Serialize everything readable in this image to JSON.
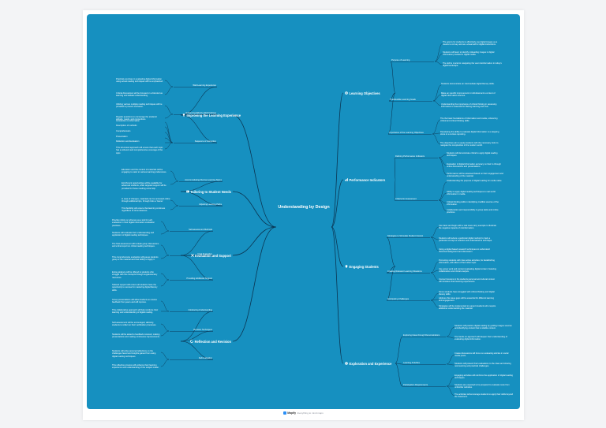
{
  "root": "Understanding by Design",
  "branches": [
    {
      "title": "Learning Objectives",
      "icon": "target-icon",
      "subs": [
        {
          "title": "Purpose of Learning",
          "leaves": [
            "The goal is for students to effectively use digital images as a means to convey and as a visual aid for digital instructions.",
            "Students will learn to identify misleading images in digital information provided in digital media.",
            "The skill is crucial to navigating the vast misinformation in today's digital landscape."
          ]
        },
        {
          "title": "Transferable Learning Goals",
          "leaves": [
            "Students demonstrate an intermediate digital literacy skills.",
            "Make an specific improvement in individual and a context of digital information sources.",
            "Understanding the importance of critical thinking in assessing information is essential for lifelong learning and civic."
          ]
        },
        {
          "title": "Importance of the Learning Objectives",
          "leaves": [
            "The the basic foundations of information and media, enhancing critical and critical thinking skills.",
            "Developing the ability to evaluate digital information is a stepping stone to a curious reporting.",
            "The objectives aim to equip students with the necessary tools to navigate the complexities of the modern world."
          ]
        }
      ]
    },
    {
      "title": "Performance Indicators",
      "icon": "chart-icon",
      "subs": [
        {
          "title": "Defining Performance Indicators",
          "leaves": [
            "Students will demonstrate critical to apply digital reading techniques.",
            "Evaluation of digital information accuracy on their to through online discussions and presentations.",
            "Performance will be assessed based on their engagement and understanding of the material."
          ]
        },
        {
          "title": "Criteria for Assessment",
          "leaves": [
            "Understanding the purpose of digital reading for media value.",
            "Ability to apply digital reading techniques to real world information in media.",
            "Critical thinking skills in identifying credible sources of the information.",
            "Collaboration and responsibility in group tasks and online practices."
          ]
        }
      ]
    },
    {
      "title": "Engaging Students",
      "icon": "lightbulb-icon",
      "subs": [
        {
          "title": "Strategies to Stimulate Student Interest",
          "leaves": [
            "Use basic and begin with a real news story example to illustrate the negative impacts of misinformation.",
            "Students will reduce a particular digital method to track a particular concept or solution and understand its technique.",
            "Using a digital based research techniques to understand historical background and discussion."
          ]
        },
        {
          "title": "Creating Relevant Learning Situations",
          "leaves": [
            "Promoting students with inter-active activities, for Establishing information, will reflect of their other topic.",
            "Use group work and content evaluating digital content, fostering collaboration and critical analysis.",
            "Connect lessons to the students personal and cultural context will introduce their learning experiences."
          ]
        },
        {
          "title": "Anticipating Challenges",
          "leaves": [
            "Some students have struggled with critical thinking and digital literacy skills.",
            "Address this issue gaps will be essential for different learning and engagement.",
            "Strategies will be implemented to support students who require additional understanding the material."
          ]
        }
      ]
    },
    {
      "title": "Exploration and Experience",
      "icon": "compass-icon",
      "subs": [
        {
          "title": "Exploring Ideas through Demonstrations",
          "leaves": [
            "Students will practice digital reading by guiding images sources and identifying content that is reliable content.",
            "The hands on approach will deepen their understanding of evaluating digital information."
          ]
        },
        {
          "title": "Learning Activities",
          "leaves": [
            "Create discussions will focus on evaluating articles in social media posts.",
            "Students will present their evaluations to the class and sharing new learning and practical challenges."
          ]
        },
        {
          "title": "Participation Requirements",
          "leaves": [
            "Engaging activities will reinforce the application of digital reading techniques.",
            "Students are expected to be prepared to evaluate news from unfamiliar websites.",
            "The activities will encourage students to apply their skills beyond the classroom."
          ]
        }
      ]
    },
    {
      "title": "Reflection and Revision",
      "icon": "refresh-icon",
      "subs": [
        {
          "title": "Introducing Understanding",
          "leaves": [
            "Group presentations will allow students to receive feedback from peers and will improve.",
            "This collaborative approach will help reinforce their learning and understanding of digital reading."
          ]
        },
        {
          "title": "Revision Techniques",
          "leaves": [
            "Self-assessment will be encouraged, allowing students to reflect on their verification processes.",
            "Students will be asked to feedback received, making presentations and making continuous improvements."
          ]
        },
        {
          "title": "Self-evaluation",
          "leaves": [
            "Students will write personal reflections on the challenges faced and insights gained from using digital reading techniques.",
            "This reflective process will enhance their learning experience and understanding of the subject matter."
          ]
        }
      ]
    },
    {
      "title": "Evaluation and Support",
      "icon": "cross-icon",
      "subs": [
        {
          "title": "Self-assessment Methods",
          "leaves": [
            "Provide rubrics or schemes as a tool for self-evaluation in their digital information evaluation practices.",
            "Students will evaluate their understanding and application of digital reading techniques."
          ]
        },
        {
          "title": "Final Evaluation",
          "leaves": [
            "The final assessment will include group discussions and a final report on critical reading techniques.",
            "This comprehensive evaluation will gauge students grasp of the material and their ability to apply it."
          ]
        },
        {
          "title": "Providing Additional Support",
          "leaves": [
            "Extra guidance will be offered to students who struggle with the concepts through supplementary resources.",
            "Tailored support will ensure all students have the opportunity to succeed in mastering digital literacy skills."
          ]
        }
      ]
    },
    {
      "title": "Tailoring to Student Needs",
      "icon": "id-card-icon",
      "subs": [
        {
          "title": "Accommodating Diverse Learning Styles",
          "leaves": [
            "Education and the content of materials will be engaging to cater to various learning preferences.",
            "Enrichment opportunities will be available for advanced students, while targeted support will be provided for those needing extra help."
          ]
        },
        {
          "title": "Adjusting Learning Paths",
          "leaves": [
            "In case of changes, materials can be accessed online through additional tips, through links a 'Game'.",
            "This flexibility will ensure that learning continues regardless of circumstances."
          ]
        }
      ]
    },
    {
      "title": "Improving the Learning Experience",
      "icon": "trophy-icon",
      "subs": [
        {
          "title": "Well-Learning Experience",
          "leaves": [
            "Practical exercises in evaluating digital information using actual reading techniques will be emphasized.",
            "Critical discussions will be focused on a blended as learning and debate understanding."
          ]
        },
        {
          "title": "Enhancing Effective Methodology",
          "leaves": [
            "Utilizing various multiple reading techniques will be provided to prevent confusion.",
            "Regular questions to encourage the students' attitude, needs, and connections."
          ]
        },
        {
          "title": "Sequence of Instruction",
          "leaves": [
            "Introduction to information",
            "Description of methods",
            "Comprehension",
            "Presentation",
            "Reflection and Evaluation",
            "This structured approach will ensure that each topic has a coherent and comprehensive coverage of the topic."
          ]
        }
      ]
    }
  ],
  "footer": {
    "logo": "Mapify",
    "tagline": "Everything to mind maps"
  }
}
